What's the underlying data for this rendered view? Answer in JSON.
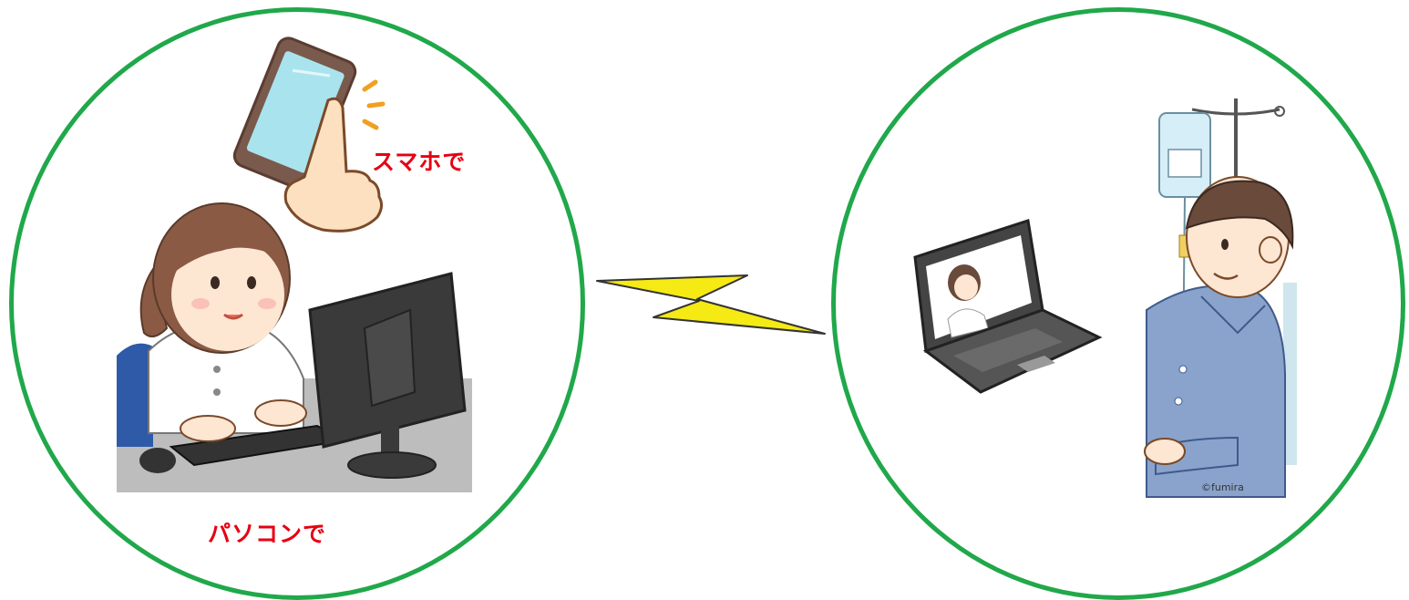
{
  "left_panel": {
    "smartphone_label": "スマホで",
    "pc_label": "パソコンで"
  },
  "right_panel": {
    "watermark": "©fumira"
  },
  "colors": {
    "circle_border": "#20a84a",
    "label_text": "#e60012",
    "lightning": "#f5ea14"
  },
  "icons": {
    "left": [
      "nurse-illustration",
      "desktop-computer-icon",
      "smartphone-hand-icon"
    ],
    "middle": "lightning-bolt-icon",
    "right": [
      "laptop-video-call-icon",
      "patient-illustration",
      "iv-drip-icon"
    ]
  }
}
